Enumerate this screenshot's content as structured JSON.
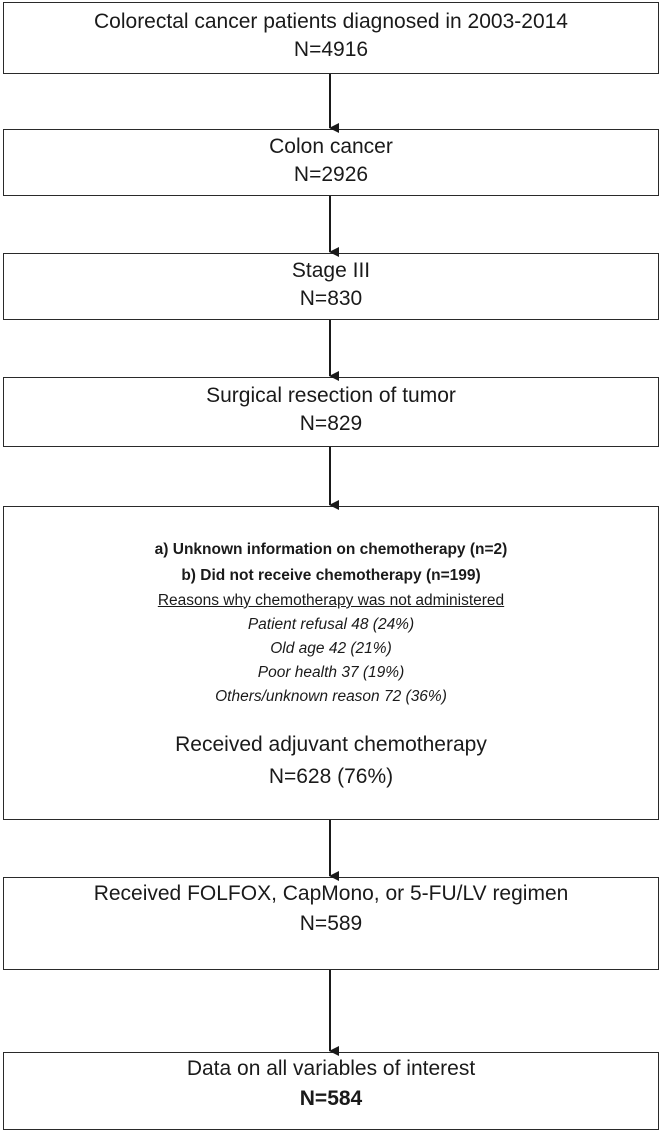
{
  "boxes": {
    "b1": {
      "title": "Colorectal cancer patients diagnosed in 2003-2014",
      "n": "N=4916"
    },
    "b2": {
      "title": "Colon cancer",
      "n": "N=2926"
    },
    "b3": {
      "title": "Stage III",
      "n": "N=830"
    },
    "b4": {
      "title": "Surgical resection of tumor",
      "n": "N=829"
    },
    "b5": {
      "excl_a": "a) Unknown information on chemotherapy (n=2)",
      "excl_b": "b) Did not receive chemotherapy (n=199)",
      "reasons_heading": "Reasons why chemotherapy was not administered",
      "reasons": [
        "Patient refusal 48 (24%)",
        "Old age 42 (21%)",
        "Poor health 37 (19%)",
        "Others/unknown reason 72 (36%)"
      ],
      "title": "Received adjuvant chemotherapy",
      "n": "N=628 (76%)"
    },
    "b6": {
      "title": "Received FOLFOX, CapMono, or 5-FU/LV regimen",
      "n": "N=589"
    },
    "b7": {
      "title": "Data on all variables of interest",
      "n": "N=584"
    }
  }
}
